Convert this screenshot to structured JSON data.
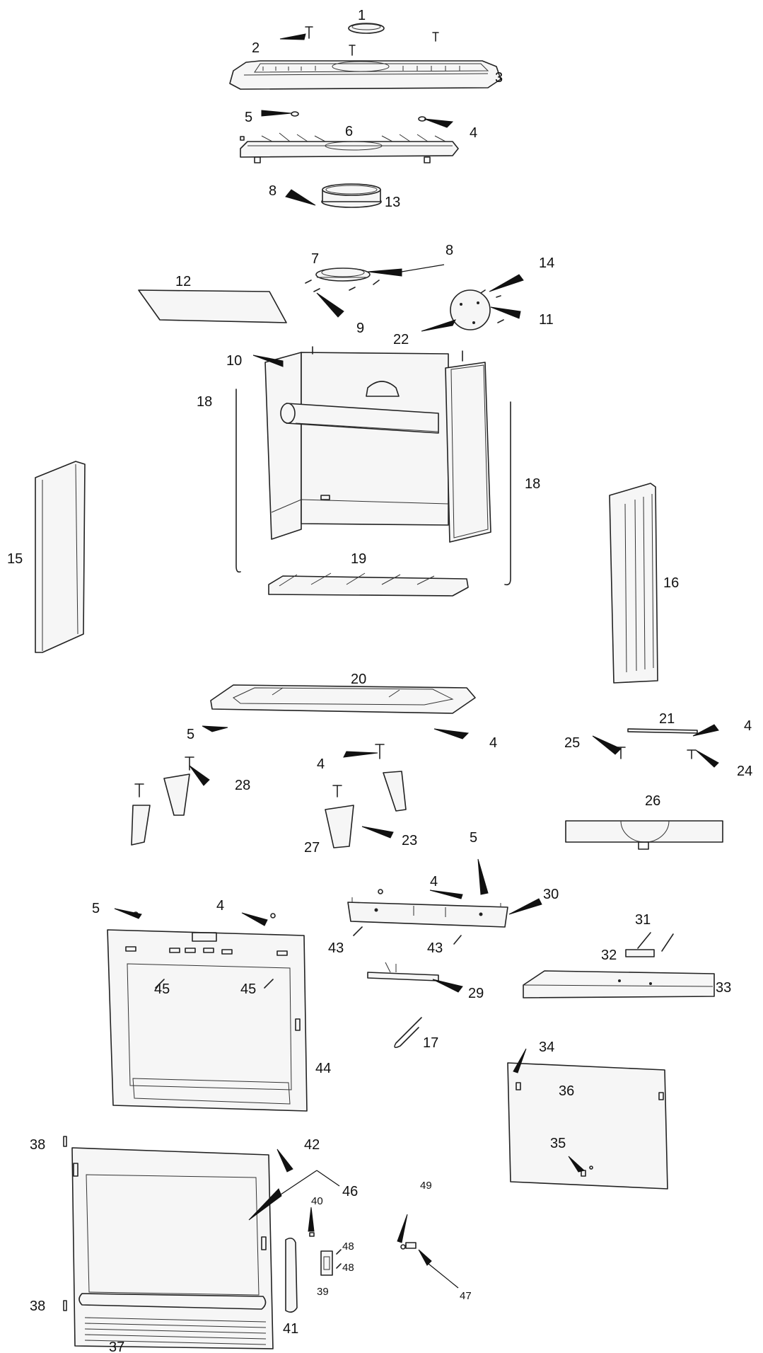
{
  "callouts": [
    {
      "id": "1",
      "text": "1"
    },
    {
      "id": "2",
      "text": "2"
    },
    {
      "id": "3",
      "text": "3"
    },
    {
      "id": "5a",
      "text": "5"
    },
    {
      "id": "4a",
      "text": "4"
    },
    {
      "id": "6",
      "text": "6"
    },
    {
      "id": "8a",
      "text": "8"
    },
    {
      "id": "13",
      "text": "13"
    },
    {
      "id": "7",
      "text": "7"
    },
    {
      "id": "8b",
      "text": "8"
    },
    {
      "id": "14",
      "text": "14"
    },
    {
      "id": "12",
      "text": "12"
    },
    {
      "id": "9",
      "text": "9"
    },
    {
      "id": "11",
      "text": "11"
    },
    {
      "id": "22",
      "text": "22"
    },
    {
      "id": "10",
      "text": "10"
    },
    {
      "id": "18a",
      "text": "18"
    },
    {
      "id": "18b",
      "text": "18"
    },
    {
      "id": "15",
      "text": "15"
    },
    {
      "id": "16",
      "text": "16"
    },
    {
      "id": "19",
      "text": "19"
    },
    {
      "id": "20",
      "text": "20"
    },
    {
      "id": "5b",
      "text": "5"
    },
    {
      "id": "4b",
      "text": "4"
    },
    {
      "id": "21",
      "text": "21"
    },
    {
      "id": "4c",
      "text": "4"
    },
    {
      "id": "25",
      "text": "25"
    },
    {
      "id": "24",
      "text": "24"
    },
    {
      "id": "4d",
      "text": "4"
    },
    {
      "id": "28",
      "text": "28"
    },
    {
      "id": "26",
      "text": "26"
    },
    {
      "id": "27",
      "text": "27"
    },
    {
      "id": "23",
      "text": "23"
    },
    {
      "id": "5c",
      "text": "5"
    },
    {
      "id": "4e",
      "text": "4"
    },
    {
      "id": "30",
      "text": "30"
    },
    {
      "id": "5d",
      "text": "5"
    },
    {
      "id": "4f",
      "text": "4"
    },
    {
      "id": "43a",
      "text": "43"
    },
    {
      "id": "43b",
      "text": "43"
    },
    {
      "id": "31",
      "text": "31"
    },
    {
      "id": "32",
      "text": "32"
    },
    {
      "id": "33",
      "text": "33"
    },
    {
      "id": "45a",
      "text": "45"
    },
    {
      "id": "45b",
      "text": "45"
    },
    {
      "id": "29",
      "text": "29"
    },
    {
      "id": "17",
      "text": "17"
    },
    {
      "id": "44",
      "text": "44"
    },
    {
      "id": "34",
      "text": "34"
    },
    {
      "id": "36",
      "text": "36"
    },
    {
      "id": "35",
      "text": "35"
    },
    {
      "id": "38a",
      "text": "38"
    },
    {
      "id": "42",
      "text": "42"
    },
    {
      "id": "46",
      "text": "46"
    },
    {
      "id": "40",
      "text": "40"
    },
    {
      "id": "49",
      "text": "49"
    },
    {
      "id": "48a",
      "text": "48"
    },
    {
      "id": "48b",
      "text": "48"
    },
    {
      "id": "39",
      "text": "39"
    },
    {
      "id": "47",
      "text": "47"
    },
    {
      "id": "38b",
      "text": "38"
    },
    {
      "id": "41",
      "text": "41"
    },
    {
      "id": "37",
      "text": "37"
    }
  ]
}
